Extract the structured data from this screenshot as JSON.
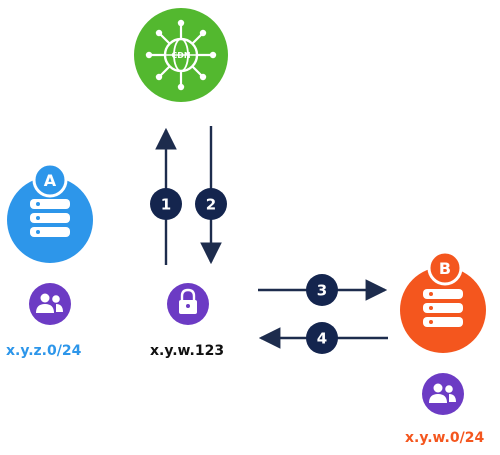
{
  "cdn": {
    "icon": "cdn-globe-icon",
    "text": "CDN",
    "color": "#53b82f"
  },
  "server_a": {
    "badge": "A",
    "color": "#2d96ea",
    "subnet": "x.y.z.0/24",
    "users_icon": "users-icon"
  },
  "server_b": {
    "badge": "B",
    "color": "#f4561e",
    "subnet": "x.y.w.0/24",
    "users_icon": "users-icon"
  },
  "client": {
    "icon": "lock-icon",
    "ip": "x.y.w.123"
  },
  "steps": [
    {
      "number": "1",
      "direction": "client-to-cdn"
    },
    {
      "number": "2",
      "direction": "cdn-to-client"
    },
    {
      "number": "3",
      "direction": "client-to-server-b"
    },
    {
      "number": "4",
      "direction": "server-b-to-client"
    }
  ],
  "colors": {
    "navy": "#14254e",
    "purple": "#6c3bc4",
    "arrow": "#1d2c4d",
    "subnet_a_text": "#2d96ea",
    "subnet_b_text": "#f4561e",
    "ip_text": "#111111"
  }
}
